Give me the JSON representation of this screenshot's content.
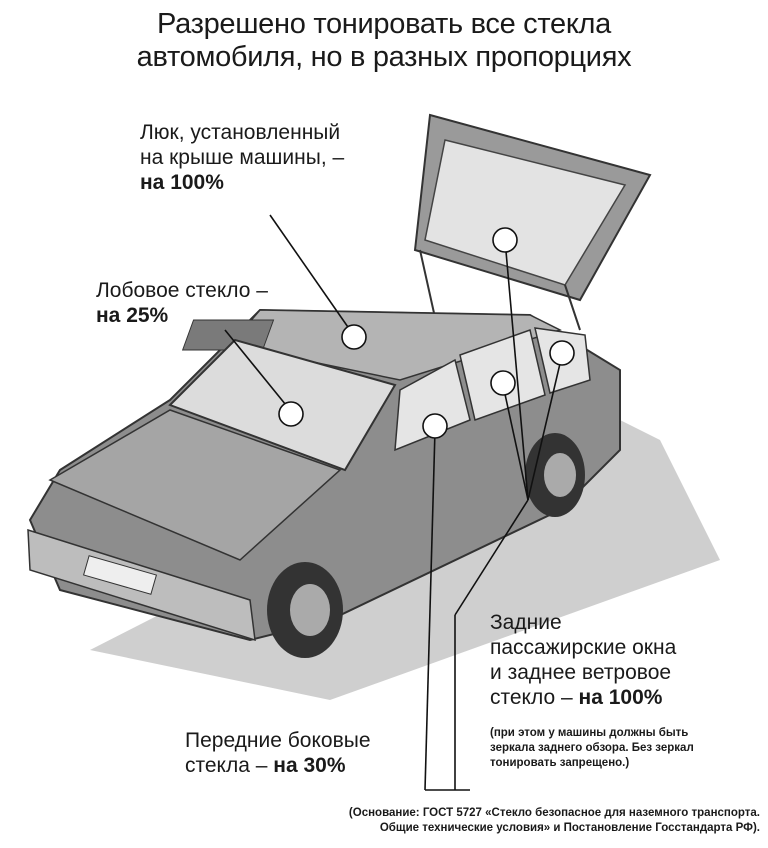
{
  "title": {
    "line1": "Разрешено тонировать все стекла",
    "line2": "автомобиля, но в разных пропорциях"
  },
  "labels": {
    "sunroof": {
      "line1": "Люк, установленный",
      "line2": "на крыше машины, –",
      "value": "на 100%"
    },
    "windshield": {
      "line1": "Лобовое стекло –",
      "value": "на 25%"
    },
    "rear": {
      "line1": "Задние",
      "line2": "пассажирские окна",
      "line3": "и заднее ветровое",
      "line4": "стекло –",
      "value": "на 100%"
    },
    "front_side": {
      "line1": "Передние боковые",
      "line2": "стекла –",
      "value": "на 30%"
    }
  },
  "rear_note": {
    "line1": "(при этом у машины должны быть",
    "line2": "зеркала заднего обзора. Без зеркал",
    "line3": "тонировать запрещено.)"
  },
  "footnote": {
    "line1": "(Основание: ГОСТ 5727 «Стекло безопасное для наземного транспорта.",
    "line2": "Общие технические условия» и Постановление Госстандарта РФ)."
  }
}
